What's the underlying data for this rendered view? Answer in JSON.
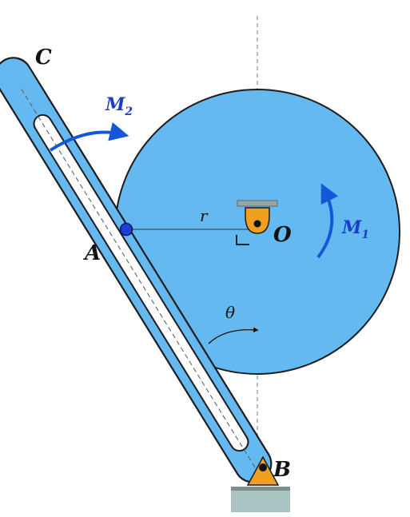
{
  "labels": {
    "C": "C",
    "A": "A",
    "B": "B",
    "O": "O",
    "r": "r",
    "theta": "θ",
    "M2_main": "M",
    "M2_sub": "2",
    "M1_main": "M",
    "M1_sub": "1"
  },
  "colors": {
    "disk_fill": "#64baf0",
    "disk_stroke": "#1c1c1c",
    "moment_arrow": "#1557d8",
    "pin_A": "#1e3fd6",
    "support_fill": "#f0a020",
    "ground_fill": "#a9c3c3",
    "ground_top": "#7b8e8e",
    "centerline": "#777777"
  },
  "icons": {
    "pivot_O": "pin-support-icon",
    "pivot_B": "pin-support-icon",
    "moment_M1": "curved-arrow-icon",
    "moment_M2": "curved-arrow-icon",
    "right_angle": "right-angle-icon"
  }
}
